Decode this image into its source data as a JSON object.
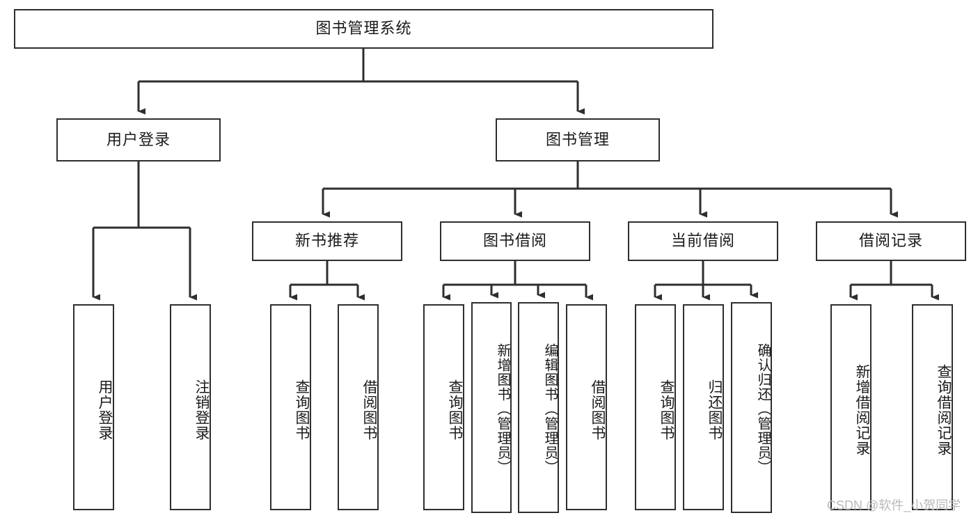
{
  "diagram": {
    "title": "图书管理系统",
    "type": "tree",
    "orientation": "top-down",
    "colors": {
      "box_border": "#2e2e2e",
      "box_fill": "#ffffff",
      "connector": "#2e2e2e",
      "text": "#1a1a1a",
      "watermark": "#b9b9b9",
      "background": "#ffffff"
    },
    "root": {
      "id": "root",
      "label": "图书管理系统",
      "text_orientation": "horizontal"
    },
    "level2": [
      {
        "id": "user-login",
        "label": "用户登录",
        "text_orientation": "horizontal"
      },
      {
        "id": "book-management",
        "label": "图书管理",
        "text_orientation": "horizontal"
      }
    ],
    "level3": [
      {
        "id": "new-book-recommend",
        "label": "新书推荐",
        "parent": "book-management",
        "text_orientation": "horizontal"
      },
      {
        "id": "book-borrow",
        "label": "图书借阅",
        "parent": "book-management",
        "text_orientation": "horizontal"
      },
      {
        "id": "current-borrow",
        "label": "当前借阅",
        "parent": "book-management",
        "text_orientation": "horizontal"
      },
      {
        "id": "borrow-record",
        "label": "借阅记录",
        "parent": "book-management",
        "text_orientation": "horizontal"
      }
    ],
    "leaves": [
      {
        "id": "leaf-user-login",
        "label": "用户登录",
        "parent": "user-login",
        "text_orientation": "vertical"
      },
      {
        "id": "leaf-user-logout",
        "label": "注销登录",
        "parent": "user-login",
        "text_orientation": "vertical"
      },
      {
        "id": "leaf-query-book-1",
        "label": "查询图书",
        "parent": "new-book-recommend",
        "text_orientation": "vertical"
      },
      {
        "id": "leaf-borrow-book-1",
        "label": "借阅图书",
        "parent": "new-book-recommend",
        "text_orientation": "vertical"
      },
      {
        "id": "leaf-query-book-2",
        "label": "查询图书",
        "parent": "book-borrow",
        "text_orientation": "vertical"
      },
      {
        "id": "leaf-add-book",
        "label": "新增图书（管理员）",
        "parent": "book-borrow",
        "text_orientation": "vertical"
      },
      {
        "id": "leaf-edit-book",
        "label": "编辑图书（管理员）",
        "parent": "book-borrow",
        "text_orientation": "vertical"
      },
      {
        "id": "leaf-borrow-book-2",
        "label": "借阅图书",
        "parent": "book-borrow",
        "text_orientation": "vertical"
      },
      {
        "id": "leaf-query-book-3",
        "label": "查询图书",
        "parent": "current-borrow",
        "text_orientation": "vertical"
      },
      {
        "id": "leaf-return-book",
        "label": "归还图书",
        "parent": "current-borrow",
        "text_orientation": "vertical"
      },
      {
        "id": "leaf-confirm-return",
        "label": "确认归还（管理员）",
        "parent": "current-borrow",
        "text_orientation": "vertical"
      },
      {
        "id": "leaf-add-record",
        "label": "新增借阅记录",
        "parent": "borrow-record",
        "text_orientation": "vertical"
      },
      {
        "id": "leaf-query-record",
        "label": "查询借阅记录",
        "parent": "borrow-record",
        "text_orientation": "vertical"
      }
    ]
  },
  "watermark": {
    "text": "CSDN @软件_小贺同学"
  }
}
